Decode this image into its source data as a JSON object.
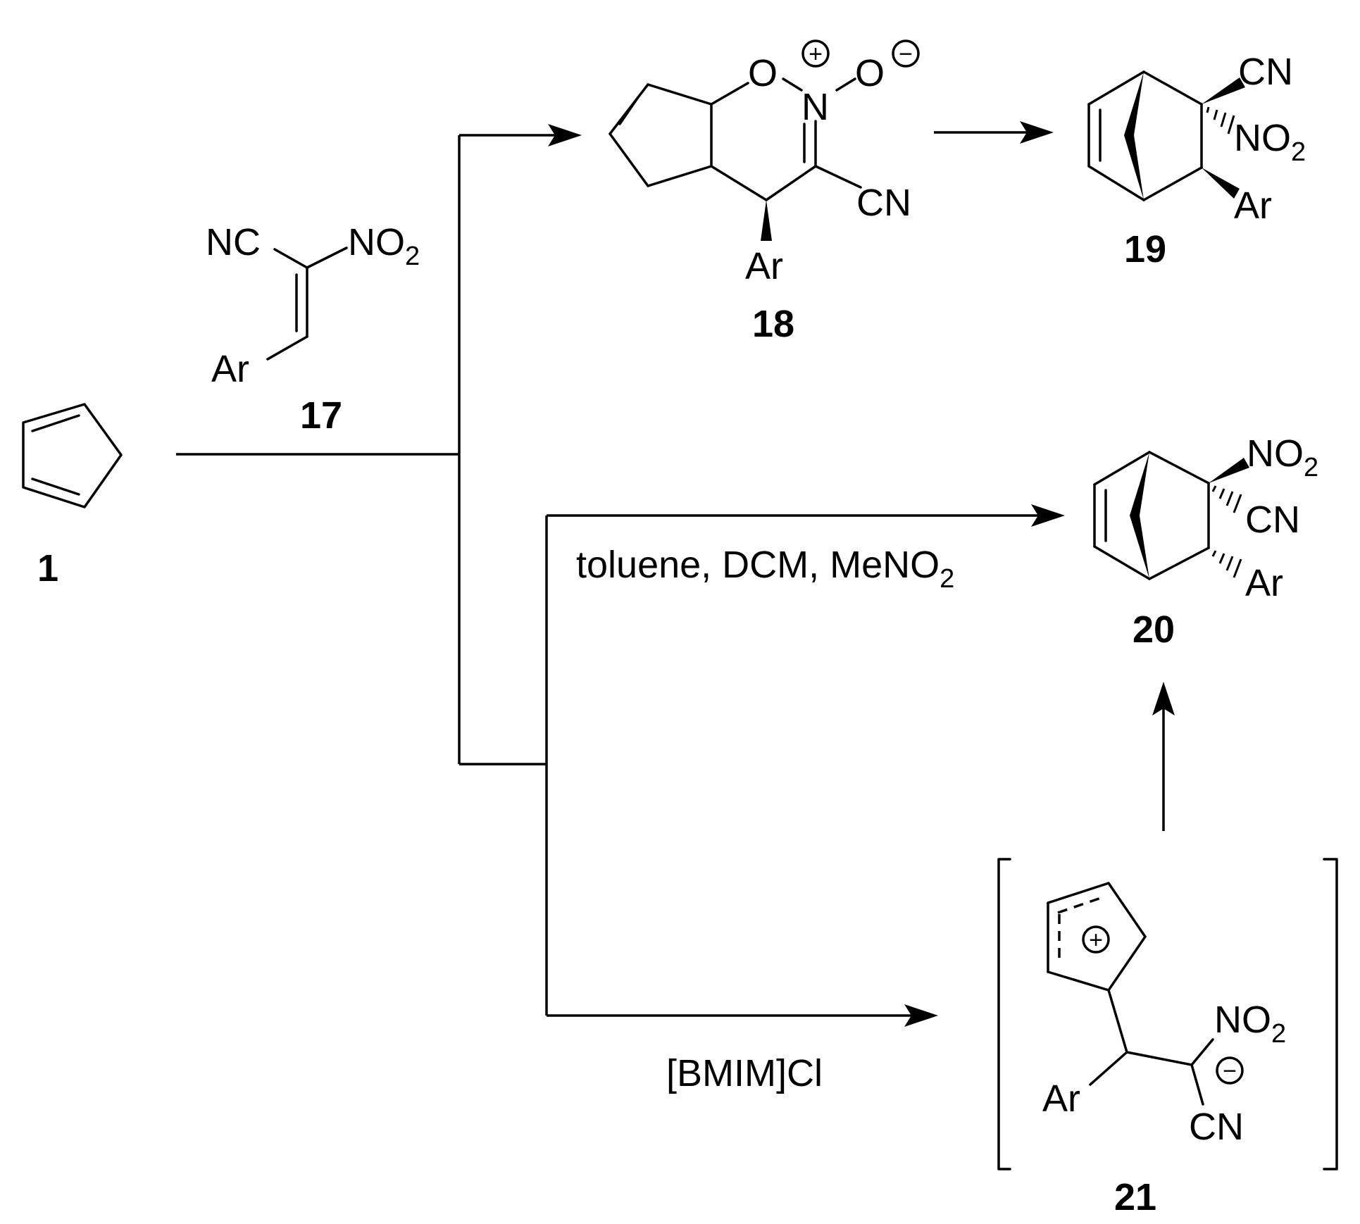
{
  "compounds": {
    "c1": {
      "number": "1"
    },
    "c17": {
      "number": "17",
      "nc": "NC",
      "no2": "NO",
      "no2_sub": "2",
      "ar": "Ar"
    },
    "c18": {
      "number": "18",
      "o1": "O",
      "n": "N",
      "o2": "O",
      "cn": "CN",
      "ar": "Ar"
    },
    "c19": {
      "number": "19",
      "cn": "CN",
      "no2": "NO",
      "no2_sub": "2",
      "ar": "Ar"
    },
    "c20": {
      "number": "20",
      "no2": "NO",
      "no2_sub": "2",
      "cn": "CN",
      "ar": "Ar"
    },
    "c21": {
      "number": "21",
      "no2": "NO",
      "no2_sub": "2",
      "cn": "CN",
      "ar": "Ar"
    }
  },
  "conditions": {
    "solvents": "toluene, DCM, MeNO",
    "solvents_sub": "2",
    "ionic_liquid": "[BMIM]Cl"
  },
  "charges": {
    "plus": "+",
    "minus": "−"
  }
}
